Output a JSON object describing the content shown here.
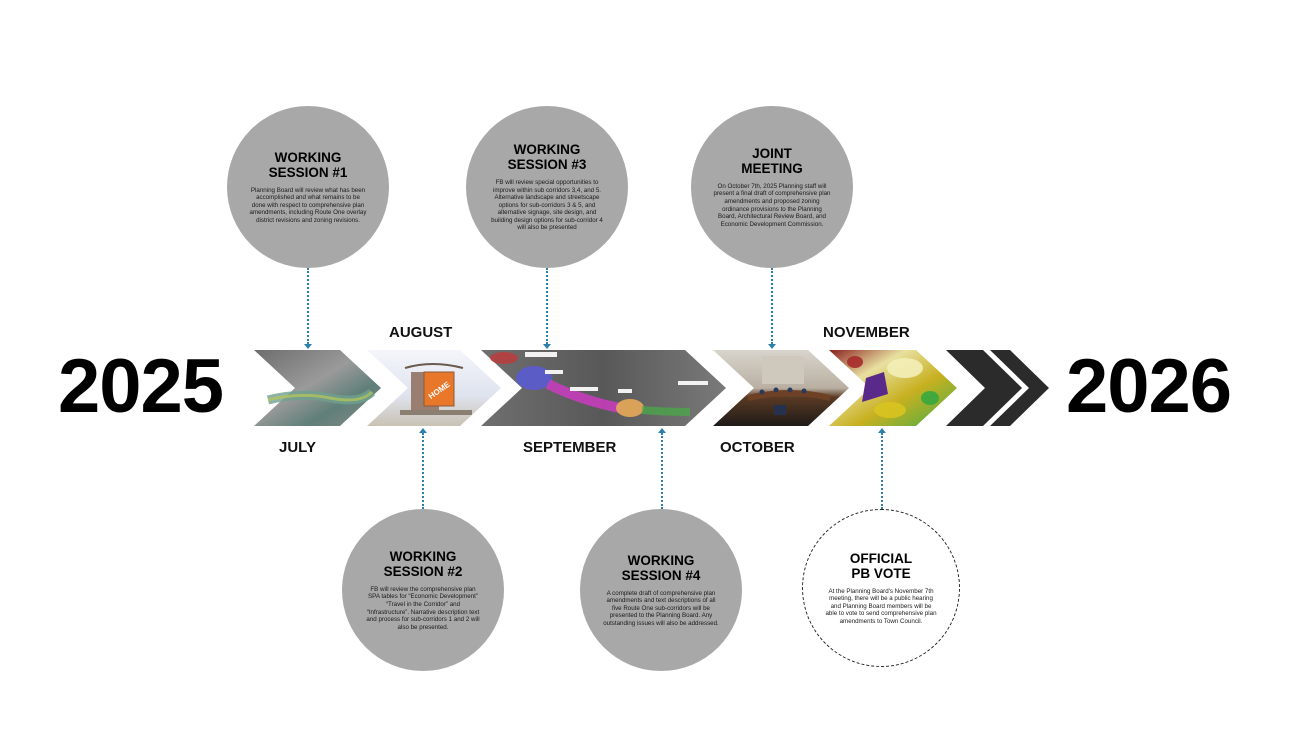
{
  "timeline": {
    "start_year": "2025",
    "end_year": "2026",
    "months": [
      {
        "label": "JULY",
        "position": "below"
      },
      {
        "label": "AUGUST",
        "position": "above"
      },
      {
        "label": "SEPTEMBER",
        "position": "below"
      },
      {
        "label": "OCTOBER",
        "position": "below"
      },
      {
        "label": "NOVEMBER",
        "position": "above"
      }
    ],
    "chevrons": [
      {
        "name": "july-aerial-map",
        "image": "aerial map of corridor (grayscale)"
      },
      {
        "name": "august-sign-rendering",
        "image": "Home Depot sign rendering"
      },
      {
        "name": "september-corridor-map",
        "image": "aerial map with colored sub-corridors"
      },
      {
        "name": "october-meeting-photo",
        "image": "photo of board meeting room"
      },
      {
        "name": "november-zoning-map",
        "image": "colored zoning map"
      }
    ],
    "colors": {
      "connector": "#2d7fae",
      "circle_fill": "#a8a8a8",
      "arrow_dark": "#2b2b2b",
      "text": "#000000"
    }
  },
  "events": [
    {
      "id": "ws1",
      "title": "WORKING\nSESSION #1",
      "description": "Planning Board will review what has been accomplished and what remains to be done with respect to comprehensive plan amendments, including Route One overlay district revisions and zoning revisions.",
      "month": "JULY",
      "style": "filled"
    },
    {
      "id": "ws2",
      "title": "WORKING\nSESSION #2",
      "description": "FB will review the comprehensive plan SPA tables for “Economic Development” “Travel in the Corridor” and “Infrastructure”. Narrative description text and process for sub-corridors 1 and 2 will also be presented.",
      "month": "AUGUST",
      "style": "filled"
    },
    {
      "id": "ws3",
      "title": "WORKING\nSESSION #3",
      "description": "FB will review special opportunities to improve within sub corridors 3,4, and 5. Alternative landscape and streetscape options for sub-corridors 3 & 5, and alternative signage, site design, and building design options for sub-corridor 4 will also be presented",
      "month": "SEPTEMBER",
      "style": "filled"
    },
    {
      "id": "ws4",
      "title": "WORKING\nSESSION #4",
      "description": "A complete draft of comprehensive plan amendments and text descriptions of all five Route One sub-corridors will be presented to the Planning Board. Any outstanding issues will also be addressed.",
      "month": "SEPTEMBER",
      "style": "filled"
    },
    {
      "id": "joint",
      "title": "JOINT\nMEETING",
      "description": "On October 7th, 2025 Planning staff will present a final draft of comprehensive plan amendments and proposed zoning ordinance provisions to the Planning Board, Architectural Review Board, and Economic Development Commission.",
      "month": "OCTOBER",
      "style": "filled"
    },
    {
      "id": "vote",
      "title": "OFFICIAL\nPB VOTE",
      "description": "At the Planning Board's November 7th meeting, there will be a public hearing and Planning Board members will be able to vote to send comprehensive plan amendments to Town Council.",
      "month": "NOVEMBER",
      "style": "dashed"
    }
  ]
}
